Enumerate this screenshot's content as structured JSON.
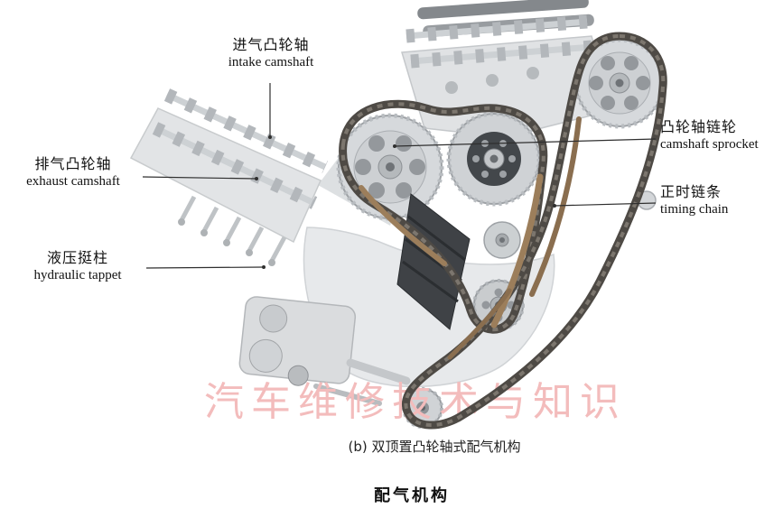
{
  "labels": {
    "intake": {
      "zh": "进气凸轮轴",
      "en": "intake camshaft"
    },
    "exhaust": {
      "zh": "排气凸轮轴",
      "en": "exhaust camshaft"
    },
    "tappet": {
      "zh": "液压挺柱",
      "en": "hydraulic tappet"
    },
    "sprocket": {
      "zh": "凸轮轴链轮",
      "en": "camshaft sprocket"
    },
    "chain": {
      "zh": "正时链条",
      "en": "timing chain"
    }
  },
  "caption": "(b) 双顶置凸轮轴式配气机构",
  "title": "配气机构",
  "watermark": "汽车维修技术与知识",
  "colors": {
    "watermark_pink": "#f3bcbc",
    "leader_line": "#2f2f2f",
    "label_text": "#111111",
    "chain_dark": "#4e4a45",
    "chain_guide_brown": "#9c7e5b",
    "metal_light": "#e2e4e6",
    "background": "#ffffff"
  }
}
